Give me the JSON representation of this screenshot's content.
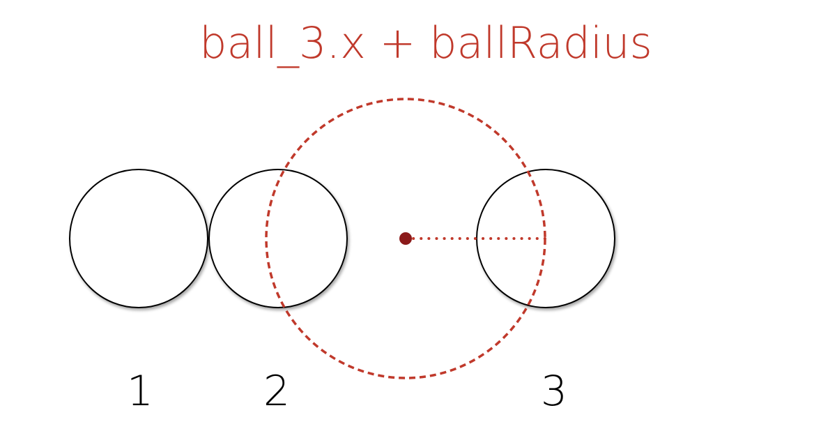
{
  "title": "ball_3.x + ballRadius",
  "colors": {
    "accent": "#c0392b",
    "center_dot": "#8b1a1a",
    "ball_stroke": "#000000",
    "ball_fill": "#ffffff",
    "label": "#000000"
  },
  "balls": [
    {
      "id": "ball-1",
      "label": "1"
    },
    {
      "id": "ball-2",
      "label": "2"
    },
    {
      "id": "ball-3",
      "label": "3"
    }
  ]
}
